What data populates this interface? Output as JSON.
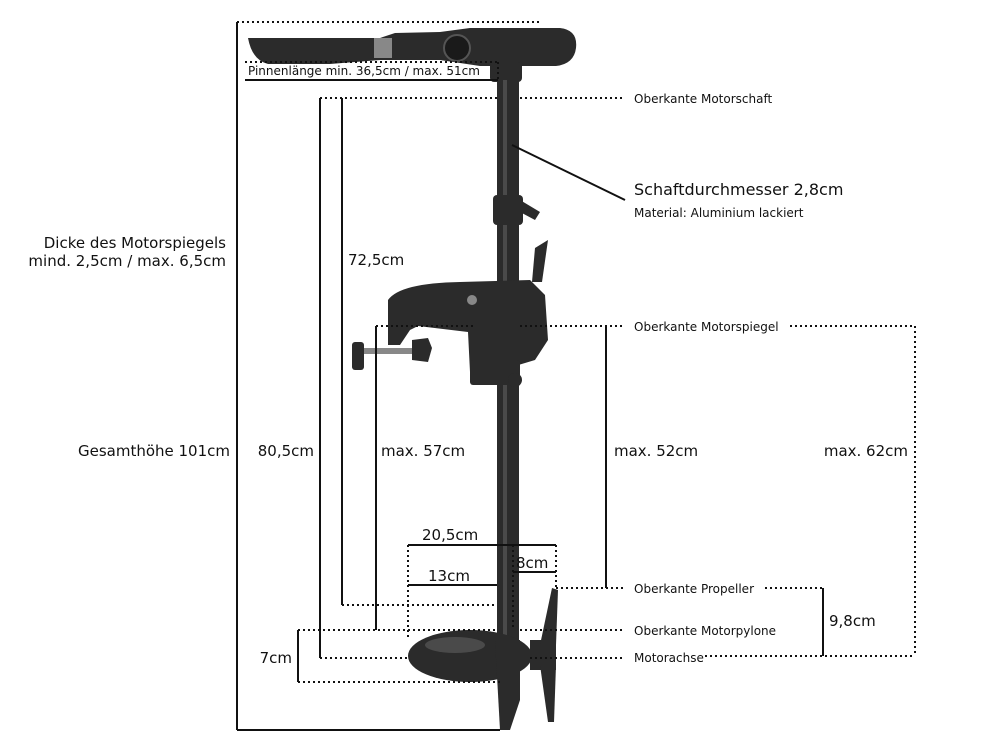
{
  "labels": {
    "tiller_length": "Pinnenlänge min. 36,5cm / max. 51cm",
    "shaft_top": "Oberkante Motorschaft",
    "shaft_diameter": "Schaftdurchmesser 2,8cm",
    "material": "Material: Aluminium lackiert",
    "transom_thickness_1": "Dicke des Motorspiegels",
    "transom_thickness_2": "mind. 2,5cm / max. 6,5cm",
    "shaft_length": "72,5cm",
    "transom_top": "Oberkante Motorspiegel",
    "total_height": "Gesamthöhe 101cm",
    "dim_80": "80,5cm",
    "dim_57": "max. 57cm",
    "dim_52": "max. 52cm",
    "dim_62": "max. 62cm",
    "dim_20": "20,5cm",
    "dim_8": "8cm",
    "dim_13": "13cm",
    "propeller_top": "Oberkante Propeller",
    "pylon_top": "Oberkante Motorpylone",
    "motor_axis": "Motorachse",
    "dim_9_8": "9,8cm",
    "dim_7": "7cm"
  },
  "colors": {
    "motor_body": "#2b2b2b",
    "motor_highlight": "#4a4a4a",
    "line": "#111111"
  }
}
